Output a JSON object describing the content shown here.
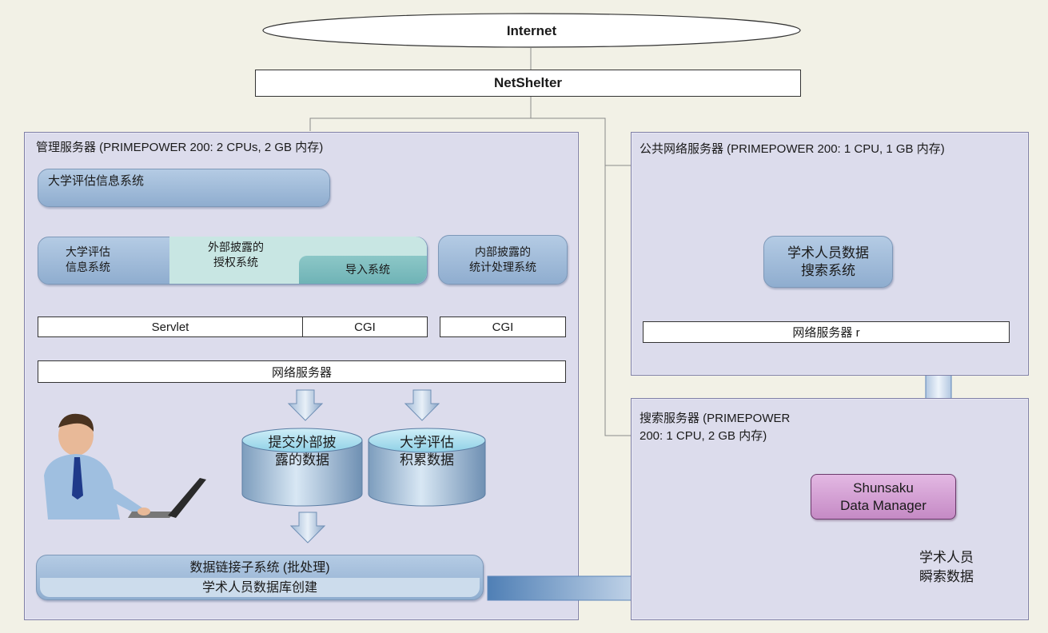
{
  "internet": "Internet",
  "netshelter": "NetShelter",
  "mgmt": {
    "title": "管理服务器 (PRIMEPOWER 200: 2 CPUs, 2 GB 内存)",
    "univ_system": "大学评估信息系统",
    "sub_univ": "大学评估\n信息系统",
    "sub_auth": "外部披露的\n授权系统",
    "sub_import": "导入系统",
    "sub_internal": "内部披露的\n统计处理系统",
    "servlet": "Servlet",
    "cgi1": "CGI",
    "cgi2": "CGI",
    "web_server": "网络服务器",
    "db1": "提交外部披\n露的数据",
    "db2": "大学评估\n积累数据",
    "link_title": "数据链接子系统 (批处理)",
    "link_sub": "学术人员数据库创建"
  },
  "public": {
    "title": "公共网络服务器 (PRIMEPOWER 200: 1 CPU, 1 GB 内存)",
    "search_system": "学术人员数据\n搜索系统",
    "web_server": "网络服务器 r"
  },
  "search": {
    "title": "搜索服务器 (PRIMEPOWER 200: 1 CPU, 2 GB 内存)",
    "shunsaku": "Shunsaku\nData Manager",
    "db": "学术人员\n瞬索数据"
  }
}
